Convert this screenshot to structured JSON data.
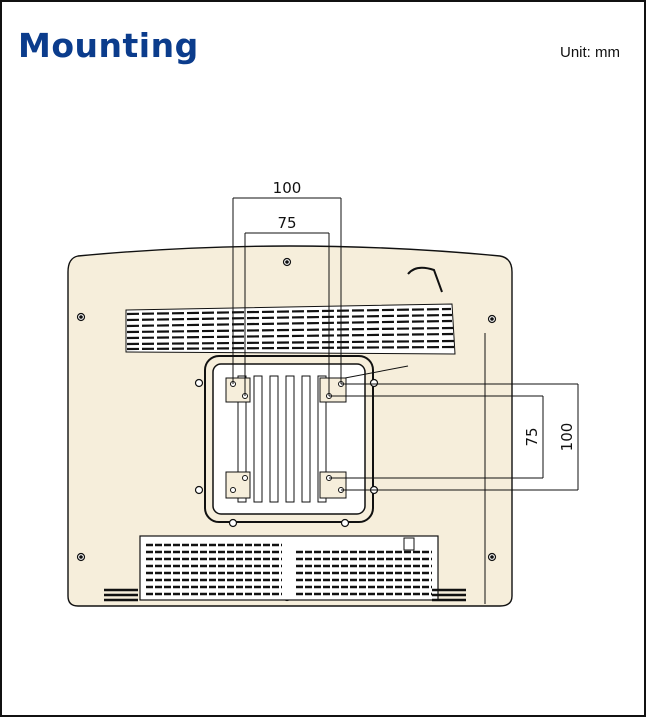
{
  "page": {
    "title": "Mounting",
    "unit_label": "Unit: mm"
  },
  "dimensions": {
    "horizontal_outer": "100",
    "horizontal_inner": "75",
    "vertical_inner": "75",
    "vertical_outer": "100"
  },
  "colors": {
    "title": "#0b3c8c",
    "panel_fill": "#f6eedb",
    "line": "#111111"
  }
}
